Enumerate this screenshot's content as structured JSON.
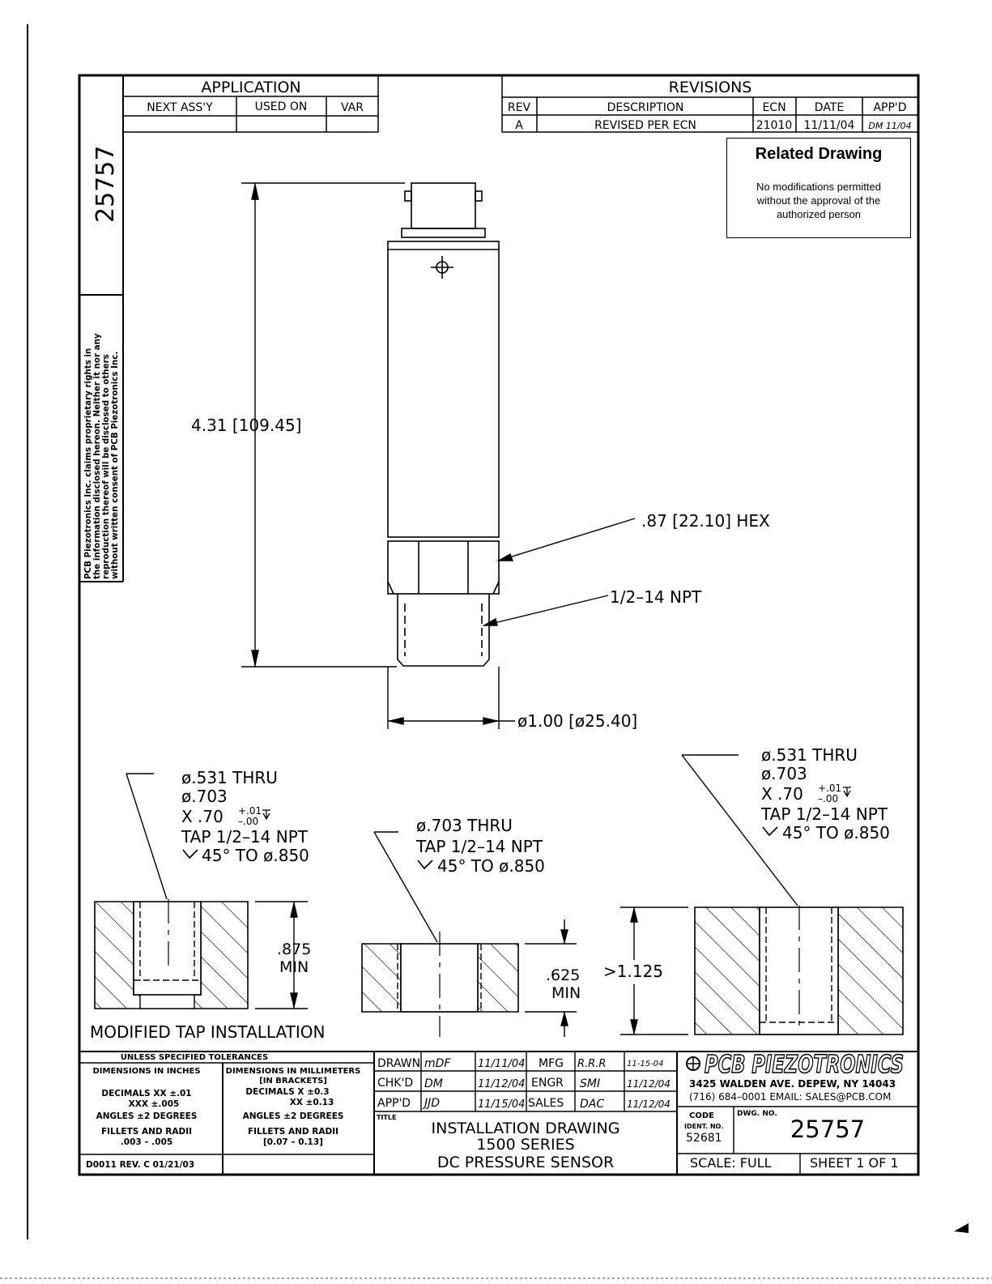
{
  "drawing_number": "25757",
  "side_notice": [
    "PCB Piezotronics Inc. claims proprietary rights in",
    "the information disclosed hereon. Neither it nor any",
    "reproduction thereof will be disclosed to others",
    "without written consent of PCB Piezotronics Inc."
  ],
  "application": {
    "title": "APPLICATION",
    "col_next_assy": "NEXT ASS'Y",
    "col_used_on": "USED ON",
    "col_var": "VAR"
  },
  "revisions": {
    "title": "REVISIONS",
    "headers": [
      "REV",
      "DESCRIPTION",
      "ECN",
      "DATE",
      "APP'D"
    ],
    "rows": [
      {
        "rev": "A",
        "description": "REVISED PER ECN",
        "ecn": "21010",
        "date": "11/11/04",
        "appd": "DM 11/04"
      }
    ]
  },
  "related_drawing": {
    "title": "Related Drawing",
    "note_lines": [
      "No modifications permitted",
      "without the approval of the",
      "authorized person"
    ]
  },
  "dimensions": {
    "overall_length": "4.31  [109.45]",
    "hex": ".87  [22.10]  HEX",
    "thread": "1/2–14  NPT",
    "diameter": "ø1.00  [ø25.40]"
  },
  "details": {
    "left": {
      "lines": [
        "ø.531  THRU",
        "ø.703",
        "TAP  1/2–14  NPT",
        "45°  TO  ø.850"
      ],
      "depth_prefix": "X  .70",
      "tol_plus": "+.01",
      "tol_minus": "–.00",
      "depth_label_1": ".875",
      "depth_label_2": "MIN",
      "caption": "MODIFIED  TAP  INSTALLATION"
    },
    "middle": {
      "lines": [
        "ø.703  THRU",
        "TAP  1/2–14  NPT",
        "45°  TO  ø.850"
      ],
      "depth_label_1": ".625",
      "depth_label_2": "MIN",
      "depth_label_3": ">1.125"
    },
    "right": {
      "lines": [
        "ø.531  THRU",
        "ø.703",
        "TAP  1/2–14  NPT",
        "45°  TO  ø.850"
      ],
      "depth_prefix": "X  .70",
      "tol_plus": "+.01",
      "tol_minus": "–.00"
    }
  },
  "title_block": {
    "tol_header": "UNLESS  SPECIFIED  TOLERANCES",
    "inch_header": "DIMENSIONS  IN  INCHES",
    "mm_header": "DIMENSIONS  IN  MILLIMETERS",
    "mm_sub": "[IN  BRACKETS]",
    "inch_lines": [
      "DECIMALS   XX  ±.01",
      "XXX  ±.005",
      "ANGLES  ±2  DEGREES",
      "FILLETS  AND  RADII",
      ".003  –  .005"
    ],
    "mm_lines": [
      "DECIMALS    X  ±0.3",
      "XX  ±0.13",
      "ANGLES  ±2  DEGREES",
      "FILLETS  AND  RADII",
      "[0.07  –  0.13]"
    ],
    "form_ref": "D0011  REV. C  01/21/03",
    "sign_rows": [
      {
        "label": "DRAWN",
        "initials": "mDF",
        "date": "11/11/04",
        "dept": "MFG",
        "dept_initials": "R.R.R",
        "dept_date": "11-15-04"
      },
      {
        "label": "CHK'D",
        "initials": "DM",
        "date": "11/12/04",
        "dept": "ENGR",
        "dept_initials": "SMI",
        "dept_date": "11/12/04"
      },
      {
        "label": "APP'D",
        "initials": "JJD",
        "date": "11/15/04",
        "dept": "SALES",
        "dept_initials": "DAC",
        "dept_date": "11/12/04"
      }
    ],
    "title_label": "TITLE",
    "title_lines": [
      "INSTALLATION  DRAWING",
      "1500  SERIES",
      "DC  PRESSURE  SENSOR"
    ],
    "company": "PCB PIEZOTRONICS",
    "address": "3425  WALDEN  AVE.  DEPEW,  NY  14043",
    "contact": "(716)  684–0001   EMAIL:  SALES@PCB.COM",
    "code_label": "CODE",
    "ident_label": "IDENT. NO.",
    "ident_no": "52681",
    "dwg_label": "DWG.  NO.",
    "dwg_no": "25757",
    "scale": "SCALE:    FULL",
    "sheet": "SHEET  1  OF  1"
  },
  "colors": {
    "ink": "#000000",
    "paper": "#ffffff"
  }
}
